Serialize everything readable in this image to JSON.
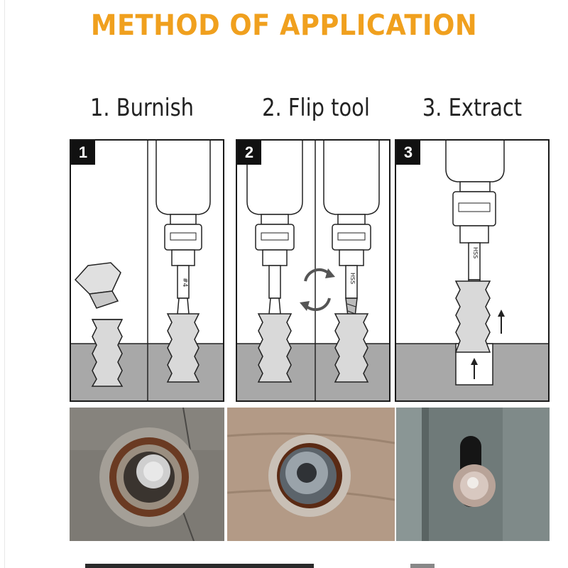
{
  "title": "METHOD OF APPLICATION",
  "steps": [
    {
      "badge": "1",
      "label": "1. Burnish"
    },
    {
      "badge": "2",
      "label": "2. Flip tool"
    },
    {
      "badge": "3",
      "label": "3. Extract"
    }
  ],
  "bit_marks": {
    "burnish_side": "#4",
    "extract_side": "HSS"
  },
  "colors": {
    "title": "#f0a01e",
    "ground": "#a8a8a8",
    "bolt": "#d9d9d9",
    "outline": "#222222"
  },
  "icons": [
    "rotate-arrows-icon",
    "up-arrow-icon",
    "drill-icon",
    "bolt-icon"
  ]
}
